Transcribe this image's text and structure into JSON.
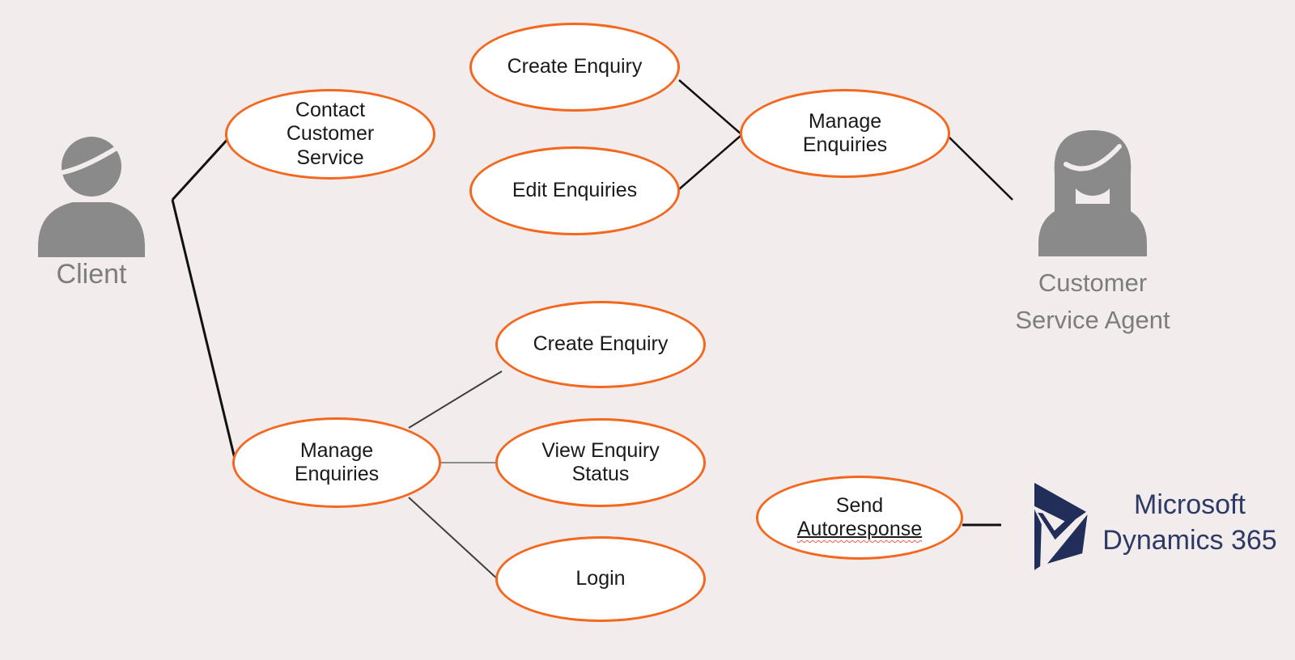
{
  "diagram": {
    "actors": {
      "client": {
        "label": "Client"
      },
      "agent": {
        "lines": [
          "Customer",
          "Service",
          "Agent"
        ]
      }
    },
    "usecases": {
      "contact_customer_service": {
        "lines": [
          "Contact",
          "Customer",
          "Service"
        ]
      },
      "create_enquiry_top": {
        "lines": [
          "Create Enquiry"
        ]
      },
      "edit_enquiries": {
        "lines": [
          "Edit Enquiries"
        ]
      },
      "manage_enquiries_agent": {
        "lines": [
          "Manage",
          "Enquiries"
        ]
      },
      "create_enquiry_client": {
        "lines": [
          "Create Enquiry"
        ]
      },
      "view_enquiry_status": {
        "lines": [
          "View Enquiry",
          "Status"
        ]
      },
      "manage_enquiries_client": {
        "lines": [
          "Manage",
          "Enquiries"
        ]
      },
      "login": {
        "lines": [
          "Login"
        ]
      },
      "send_autoresponse": {
        "line1": "Send",
        "line2": "Autoresponse"
      }
    },
    "system": {
      "brand_line1": "Microsoft",
      "brand_line2": "Dynamics 365"
    },
    "connections": [
      {
        "from": "client",
        "to": "contact_customer_service"
      },
      {
        "from": "client",
        "to": "manage_enquiries_client"
      },
      {
        "from": "create_enquiry_top",
        "to": "manage_enquiries_agent"
      },
      {
        "from": "edit_enquiries",
        "to": "manage_enquiries_agent"
      },
      {
        "from": "manage_enquiries_agent",
        "to": "agent"
      },
      {
        "from": "manage_enquiries_client",
        "to": "create_enquiry_client"
      },
      {
        "from": "manage_enquiries_client",
        "to": "view_enquiry_status"
      },
      {
        "from": "manage_enquiries_client",
        "to": "login"
      },
      {
        "from": "send_autoresponse",
        "to": "dynamics365"
      }
    ],
    "colors": {
      "background": "#f2edec",
      "ellipse_stroke": "#f4671e",
      "ellipse_fill": "#ffffff",
      "actor_gray": "#8a8a8a",
      "label_gray": "#7d7d7d",
      "line_black": "#111111",
      "line_gray": "#8a8a8a",
      "navy": "#212e5a",
      "squiggle_red": "#f25c4e"
    }
  }
}
